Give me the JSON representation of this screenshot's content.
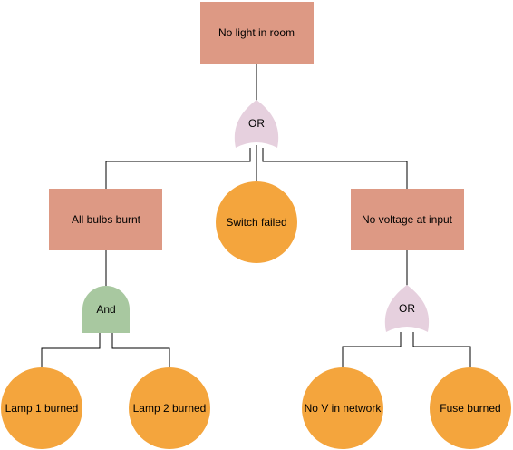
{
  "diagram": {
    "top_event": {
      "label": "No light in room"
    },
    "top_gate": {
      "label": "OR"
    },
    "all_bulbs": {
      "label": "All bulbs burnt"
    },
    "switch_failed": {
      "label": "Switch failed"
    },
    "no_voltage": {
      "label": "No voltage at input"
    },
    "and_gate": {
      "label": "And"
    },
    "voltage_gate": {
      "label": "OR"
    },
    "lamp1": {
      "label": "Lamp 1 burned"
    },
    "lamp2": {
      "label": "Lamp 2 burned"
    },
    "no_v_network": {
      "label": "No V in network"
    },
    "fuse": {
      "label": "Fuse burned"
    }
  },
  "colors": {
    "event_fill": "#dd9984",
    "event_stroke": "#dd9984",
    "or_gate_fill": "#e6d0de",
    "and_gate_fill": "#a8c8a0",
    "basic_event_fill": "#f4a53d",
    "connector": "#000000"
  }
}
